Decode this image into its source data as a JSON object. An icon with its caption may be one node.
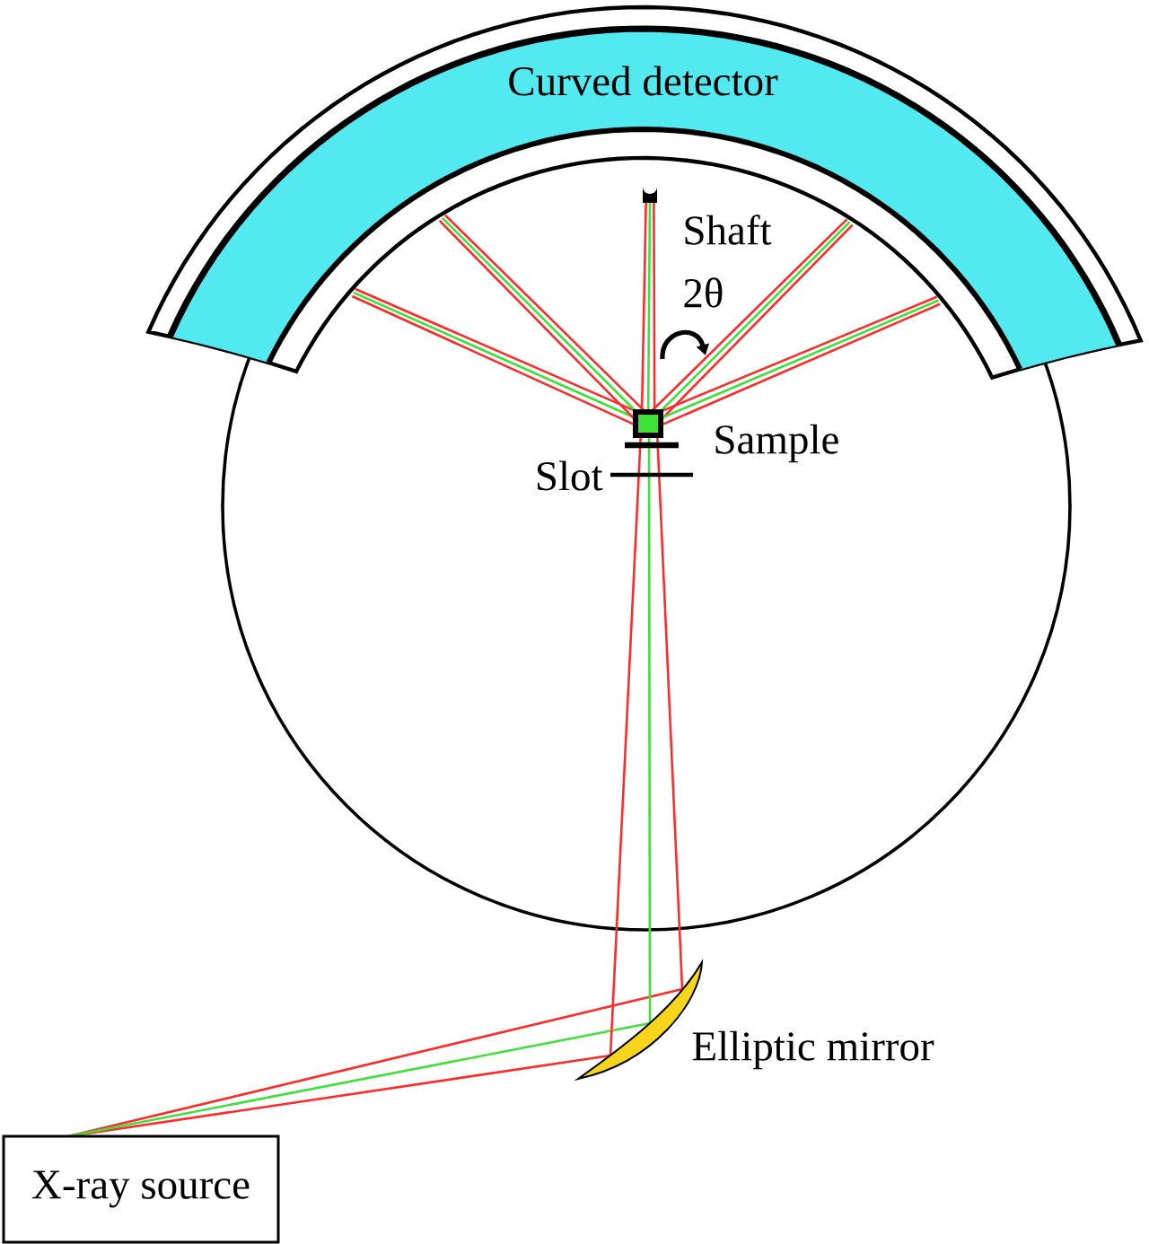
{
  "diagram": {
    "nodes": [
      {
        "text": [
          "Curved detector"
        ]
      },
      {
        "text": [
          "X-ray source"
        ]
      },
      {
        "text": [],
        "shape": "crescent",
        "beside": [
          "Elliptic mirror"
        ]
      }
    ],
    "labels": [
      "Shaft",
      "2θ",
      "Sample",
      "Slot"
    ]
  }
}
